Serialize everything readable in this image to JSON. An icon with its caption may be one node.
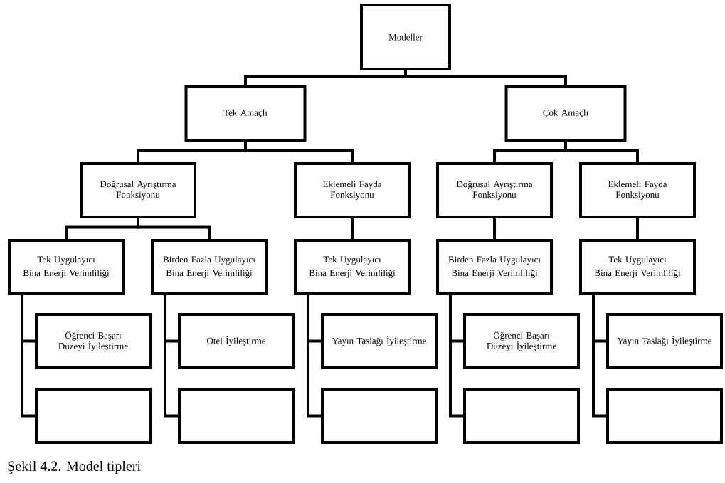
{
  "diagram": {
    "caption": "Şekil 4.2. Model tipleri",
    "nodes": [
      {
        "text": [
          "Modeller"
        ]
      },
      {
        "text": [
          "Tek Amaçlı"
        ]
      },
      {
        "text": [
          "Çok Amaçlı"
        ]
      },
      {
        "text": [
          "Doğrusal Ayrıştırma Fonksiyonu"
        ]
      },
      {
        "text": [
          "Eklemeli Fayda Fonksiyonu"
        ]
      },
      {
        "text": [
          "Doğrusal Ayrıştırma Fonksiyonu"
        ]
      },
      {
        "text": [
          "Eklemeli Fayda Fonksiyonu"
        ]
      },
      {
        "text": [
          "Tek Uygulayıcı",
          "Bina Enerji Verimliliği"
        ]
      },
      {
        "text": [
          "Birden Fazla Uygulayıcı",
          "Bina Enerji Verimliliği"
        ]
      },
      {
        "text": [
          "Tek Uygulayıcı",
          "Bina Enerji Verimliliği"
        ]
      },
      {
        "text": [
          "Birden Fazla Uygulayıcı",
          "Bina Enerji Verimliliği"
        ]
      },
      {
        "text": [
          "Tek Uygulayıcı",
          "Bina Enerji Verimliliği"
        ]
      },
      {
        "text": [
          "Öğrenci Başarı Düzeyi İyileştirme"
        ]
      },
      {
        "text": [],
        "shape": "box"
      },
      {
        "text": [
          "Otel İyileştirme"
        ]
      },
      {
        "text": [],
        "shape": "box"
      },
      {
        "text": [
          "Yayın Taslağı İyileştirme"
        ]
      },
      {
        "text": [],
        "shape": "box"
      },
      {
        "text": [
          "Öğrenci Başarı Düzeyi İyileştirme"
        ]
      },
      {
        "text": [],
        "shape": "box"
      },
      {
        "text": [
          "Yayın Taslağı İyileştirme"
        ]
      },
      {
        "text": [],
        "shape": "box"
      }
    ],
    "edges": [
      {
        "from": 0,
        "to": 1,
        "arrow": "none"
      },
      {
        "from": 0,
        "to": 2,
        "arrow": "none"
      },
      {
        "from": 1,
        "to": 3,
        "arrow": "none"
      },
      {
        "from": 1,
        "to": 4,
        "arrow": "none"
      },
      {
        "from": 2,
        "to": 5,
        "arrow": "none"
      },
      {
        "from": 2,
        "to": 6,
        "arrow": "none"
      },
      {
        "from": 3,
        "to": 7,
        "arrow": "none"
      },
      {
        "from": 3,
        "to": 8,
        "arrow": "none"
      },
      {
        "from": 4,
        "to": 9,
        "arrow": "none"
      },
      {
        "from": 5,
        "to": 10,
        "arrow": "none"
      },
      {
        "from": 6,
        "to": 11,
        "arrow": "none"
      },
      {
        "from": 7,
        "to": 12,
        "arrow": "none"
      },
      {
        "from": 7,
        "to": 13,
        "arrow": "none"
      },
      {
        "from": 8,
        "to": 14,
        "arrow": "none"
      },
      {
        "from": 8,
        "to": 15,
        "arrow": "none"
      },
      {
        "from": 9,
        "to": 16,
        "arrow": "none"
      },
      {
        "from": 9,
        "to": 17,
        "arrow": "none"
      },
      {
        "from": 10,
        "to": 18,
        "arrow": "none"
      },
      {
        "from": 10,
        "to": 19,
        "arrow": "none"
      },
      {
        "from": 11,
        "to": 20,
        "arrow": "none"
      },
      {
        "from": 11,
        "to": 21,
        "arrow": "none"
      }
    ]
  }
}
